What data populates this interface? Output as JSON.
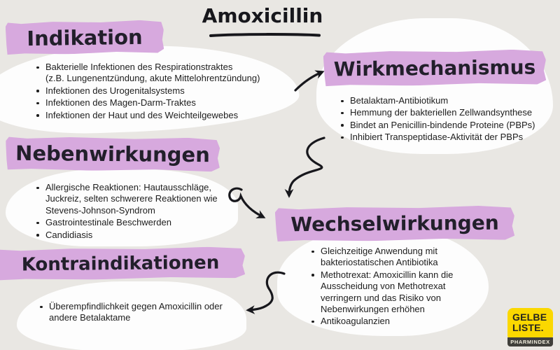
{
  "title": "Amoxicillin",
  "sections": [
    {
      "heading": "Indikation",
      "bullets": [
        "Bakterielle Infektionen des Respirationstraktes\n(z.B. Lungenentzündung, akute Mittelohrentzündung)",
        "Infektionen des Urogenitalsystems",
        "Infektionen des Magen-Darm-Traktes",
        "Infektionen der Haut und des Weichteilgewebes"
      ]
    },
    {
      "heading": "Wirkmechanismus",
      "bullets": [
        "Betalaktam-Antibiotikum",
        "Hemmung der bakteriellen Zellwandsynthese",
        "Bindet an Penicillin-bindende Proteine (PBPs)",
        "Inhibiert Transpeptidase-Aktivität der PBPs"
      ]
    },
    {
      "heading": "Nebenwirkungen",
      "bullets": [
        "Allergische Reaktionen: Hautausschläge,\nJuckreiz, selten schwerere Reaktionen wie\nStevens-Johnson-Syndrom",
        "Gastrointestinale Beschwerden",
        "Candidiasis"
      ]
    },
    {
      "heading": "Wechselwirkungen",
      "bullets": [
        "Gleichzeitige Anwendung mit\nbakteriostatischen Antibiotika",
        "Methotrexat: Amoxicillin kann die\nAusscheidung von Methotrexat\nverringern und das Risiko von\nNebenwirkungen erhöhen",
        "Antikoagulanzien"
      ]
    },
    {
      "heading": "Kontraindikationen",
      "bullets": [
        "Überempfindlichkeit gegen Amoxicillin oder\nandere Betalaktame"
      ]
    }
  ],
  "logo": {
    "line1": "GELBE",
    "line2": "LISTE.",
    "tagline": "PHARMINDEX"
  },
  "colors": {
    "background": "#e9e7e3",
    "tape_highlight": "#d7a9de",
    "blob_white": "#fdfdfd",
    "ink": "#17171c",
    "logo_yellow": "#fbd800",
    "logo_bar": "#403f3b"
  }
}
